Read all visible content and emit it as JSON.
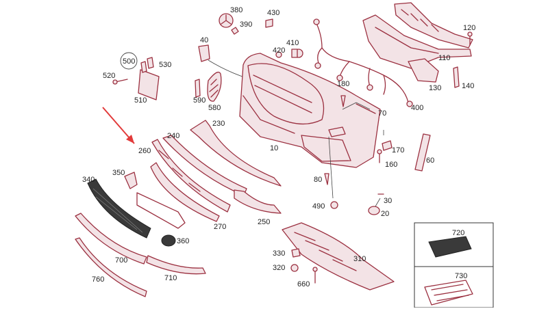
{
  "diagram": {
    "labels": {
      "p380": "380",
      "p430": "430",
      "p390": "390",
      "p120": "120",
      "p40": "40",
      "p410": "410",
      "p420": "420",
      "p500": "500",
      "p530": "530",
      "p520": "520",
      "p510": "510",
      "p110": "110",
      "p180": "180",
      "p140": "140",
      "p130": "130",
      "p590": "590",
      "p580": "580",
      "p400": "400",
      "p70": "70",
      "p230": "230",
      "p240": "240",
      "p260": "260",
      "p10": "10",
      "p170": "170",
      "p160": "160",
      "p60": "60",
      "p350": "350",
      "p340": "340",
      "p80": "80",
      "p30": "30",
      "p490": "490",
      "p20": "20",
      "p270": "270",
      "p250": "250",
      "p360": "360",
      "p720": "720",
      "p330": "330",
      "p310": "310",
      "p320": "320",
      "p700": "700",
      "p710": "710",
      "p760": "760",
      "p660": "660",
      "p730": "730"
    },
    "colors": {
      "part_line": "#9b3040",
      "part_fill": "#f3e3e6",
      "arrow": "#e23a3a",
      "text": "#222222"
    },
    "pointer": {
      "target_label": "260",
      "icon": "red-arrow-icon"
    }
  }
}
